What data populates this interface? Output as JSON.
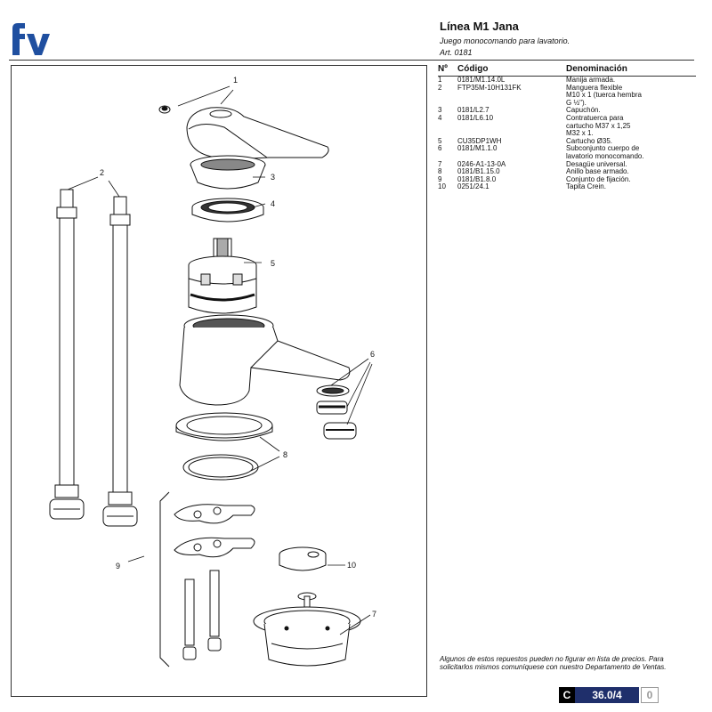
{
  "brand": {
    "logo_text": "fv",
    "logo_color": "#1f4fa0"
  },
  "header": {
    "title": "Línea M1 Jana",
    "subtitle": "Juego monocomando para lavatorio.",
    "article": "Art. 0181"
  },
  "parts_table": {
    "headers": {
      "number": "Nº",
      "code": "Código",
      "name": "Denominación"
    },
    "rows": [
      {
        "number": "1",
        "code": "0181/M1.14.0L",
        "lines": [
          "Manija armada."
        ]
      },
      {
        "number": "2",
        "code": "FTP35M-10H131FK",
        "lines": [
          "Manguera flexible",
          "M10 x 1 (tuerca hembra",
          "G ½\")."
        ]
      },
      {
        "number": "3",
        "code": "0181/L2.7",
        "lines": [
          "Capuchón."
        ]
      },
      {
        "number": "4",
        "code": "0181/L6.10",
        "lines": [
          "Contratuerca para",
          "cartucho M37 x 1,25",
          "M32 x 1."
        ]
      },
      {
        "number": "5",
        "code": "CU35DP1WH",
        "lines": [
          "Cartucho Ø35."
        ]
      },
      {
        "number": "6",
        "code": "0181/M1.1.0",
        "lines": [
          "Subconjunto cuerpo de",
          "lavatorio monocomando."
        ]
      },
      {
        "number": "7",
        "code": "0246-A1-13-0A",
        "lines": [
          "Desagüe universal."
        ]
      },
      {
        "number": "8",
        "code": "0181/B1.15.0",
        "lines": [
          "Anillo base armado."
        ]
      },
      {
        "number": "9",
        "code": "0181/B1.8.0",
        "lines": [
          "Conjunto de fijación."
        ]
      },
      {
        "number": "10",
        "code": "0251/24.1",
        "lines": [
          "Tapita Crein."
        ]
      }
    ]
  },
  "diagram": {
    "callouts": [
      "1",
      "2",
      "3",
      "4",
      "5",
      "6",
      "7",
      "8",
      "9",
      "10"
    ]
  },
  "footnote": "Algunos de estos repuestos pueden no figurar en lista de precios. Para solicitarlos mismos comuníquese con nuestro Departamento de Ventas.",
  "page_code": {
    "letter": "C",
    "number": "36.0/4",
    "revision": "0"
  }
}
